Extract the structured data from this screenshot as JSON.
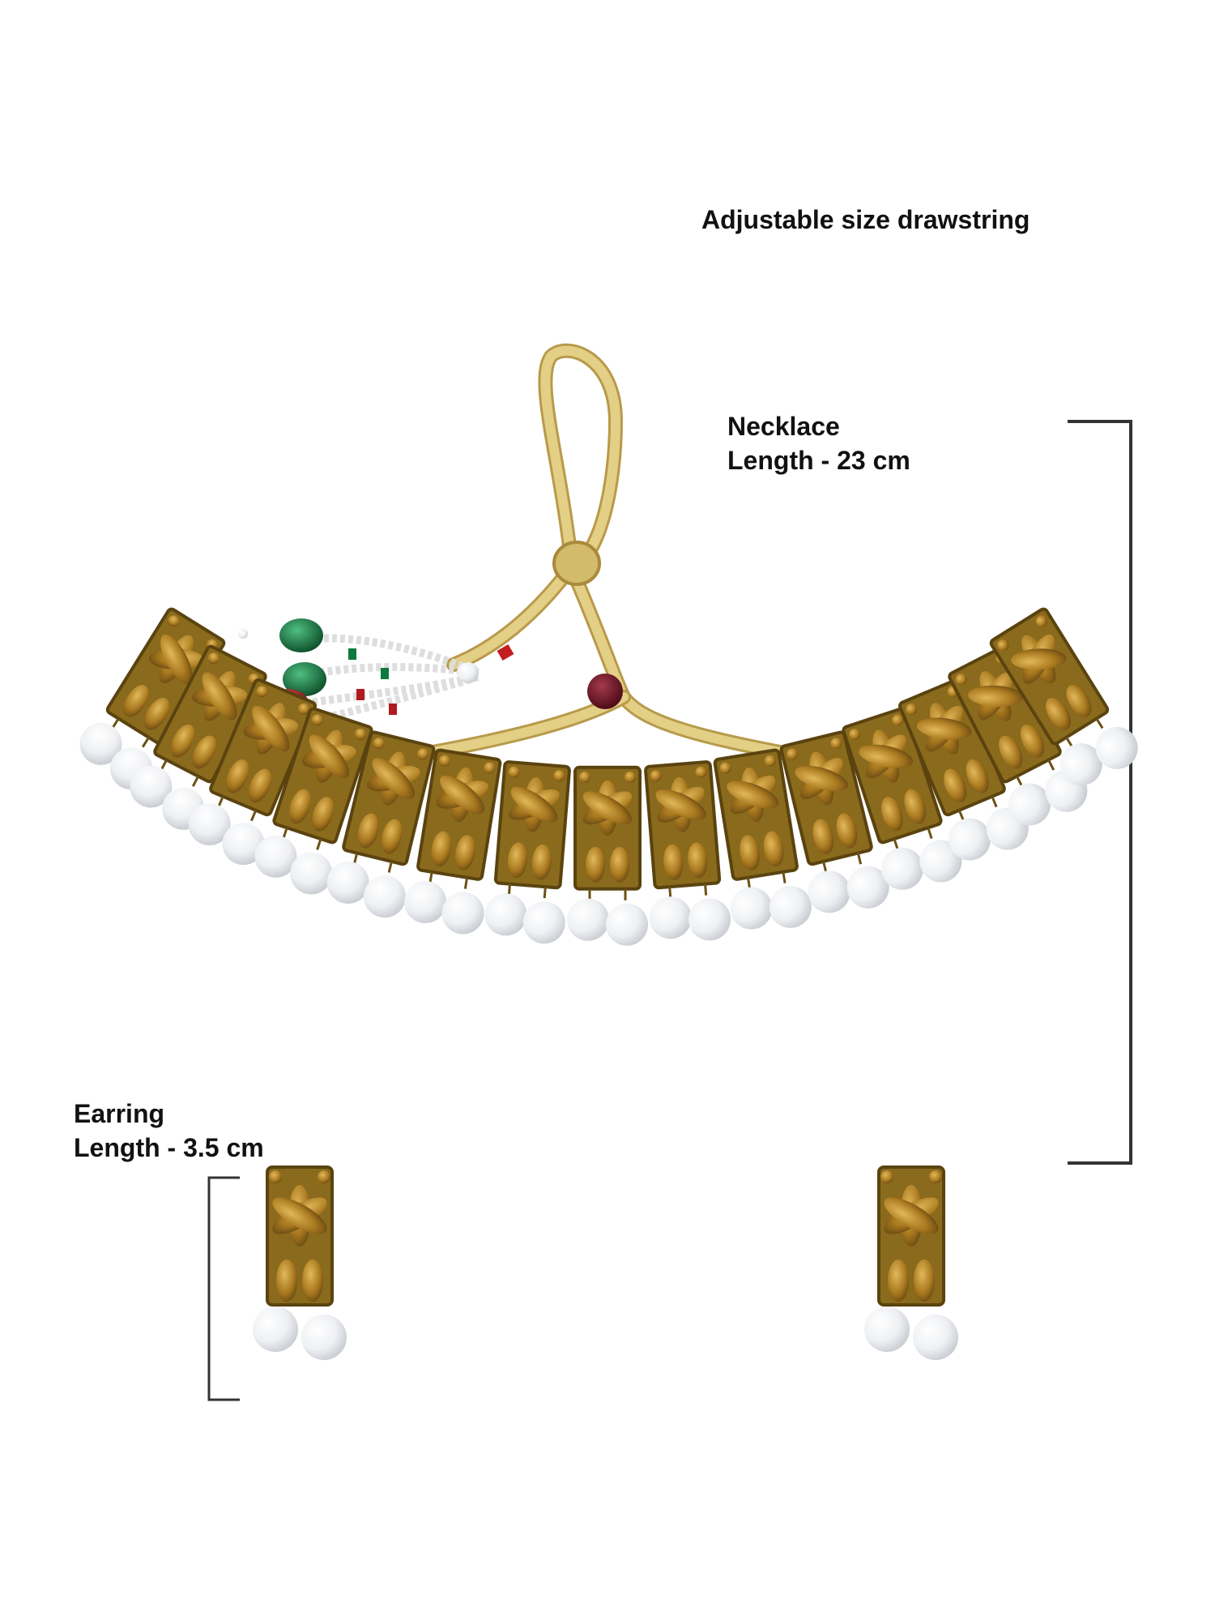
{
  "annotations": {
    "drawstring": "Adjustable size drawstring",
    "necklace": {
      "title": "Necklace",
      "length": "Length - 23 cm"
    },
    "earring": {
      "title": "Earring",
      "length": "Length - 3.5 cm"
    }
  },
  "colors": {
    "background": "#ffffff",
    "text": "#111111",
    "gold_cord": "#d6c27a",
    "antique_gold": "#8a6a1c",
    "topaz_stone": "#b58a2e",
    "pearl": "#f4f4f6",
    "green_bead": "#0f6b3a",
    "red_bead": "#a0141a",
    "maroon_bead": "#6b1020",
    "measure_bracket": "#333333"
  },
  "product_parts": [
    "drawstring-cord",
    "tassel-beads",
    "choker-necklace",
    "earring-left",
    "earring-right"
  ]
}
